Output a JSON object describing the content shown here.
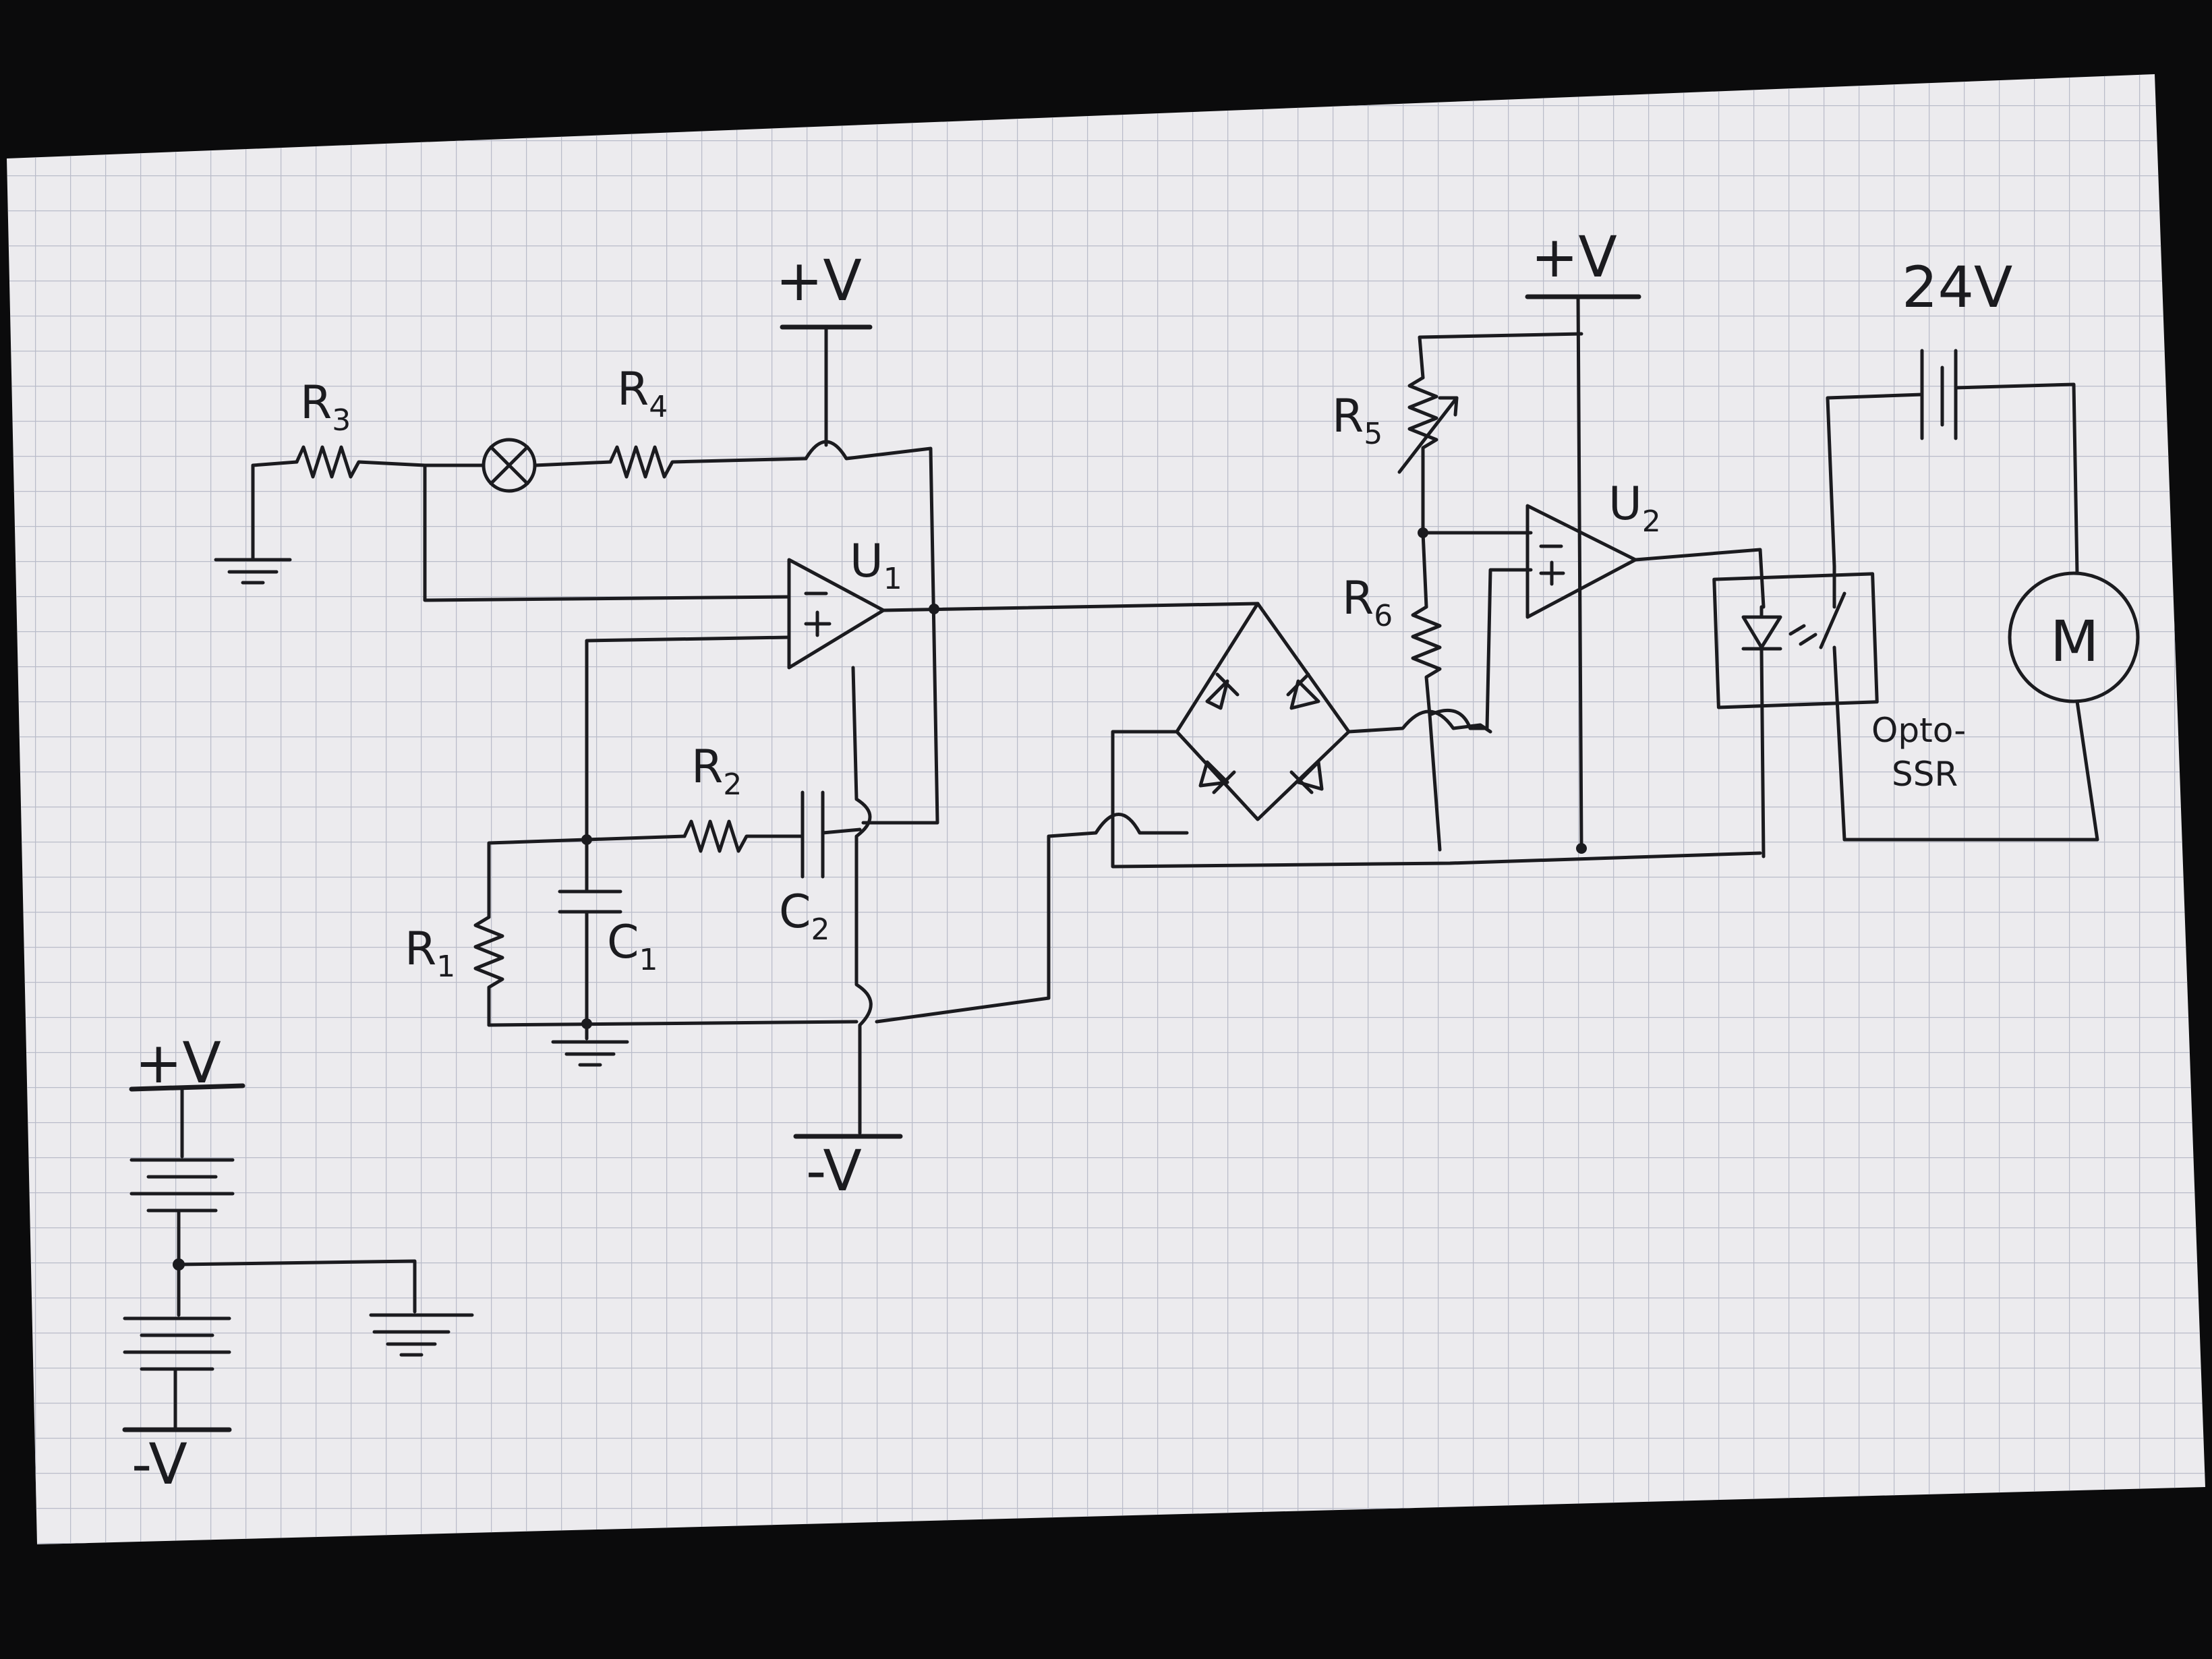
{
  "colors": {
    "paper": "#ecebee",
    "grid": "#b9bcc9",
    "ink": "#1b1b1f",
    "background": "#0b0b0c"
  },
  "labels": {
    "r1": "R",
    "r1_sub": "1",
    "r2": "R",
    "r2_sub": "2",
    "r3": "R",
    "r3_sub": "3",
    "r4": "R",
    "r4_sub": "4",
    "r5": "R",
    "r5_sub": "5",
    "r6": "R",
    "r6_sub": "6",
    "c1": "C",
    "c1_sub": "1",
    "c2": "C",
    "c2_sub": "2",
    "u1": "U",
    "u1_sub": "1",
    "u2": "U",
    "u2_sub": "2",
    "plus_v_u1": "+V",
    "minus_v_u1": "-V",
    "plus_v_u2": "+V",
    "plus_v_supply": "+V",
    "minus_v_supply": "-V",
    "supply_24v": "24V",
    "motor": "M",
    "opto_line1": "Opto-",
    "opto_line2": "SSR"
  }
}
